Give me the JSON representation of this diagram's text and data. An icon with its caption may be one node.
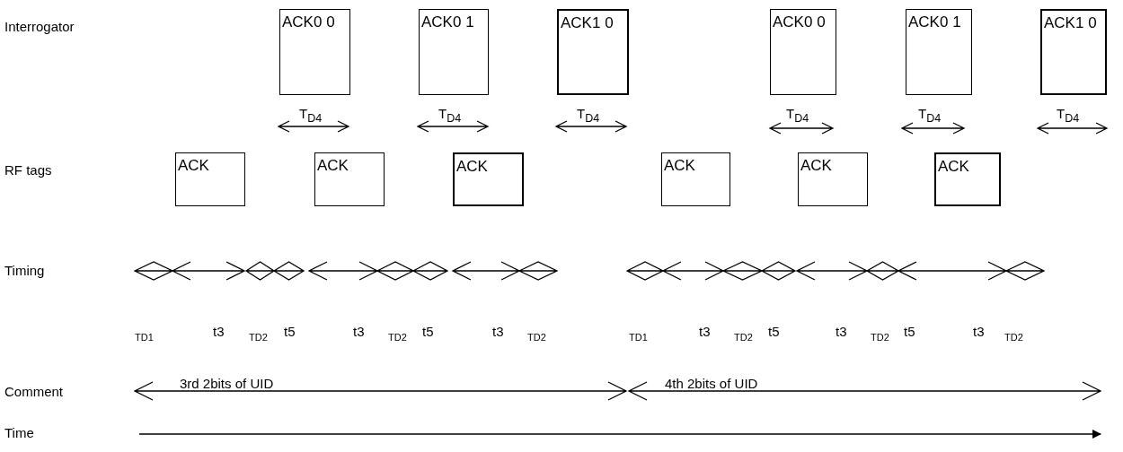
{
  "diagram": {
    "nodes": [
      {
        "text": [
          "ACK0 0"
        ]
      },
      {
        "text": [
          "ACK0 1"
        ]
      },
      {
        "text": [
          "ACK1 0"
        ]
      },
      {
        "text": [
          "ACK0 0"
        ]
      },
      {
        "text": [
          "ACK0 1"
        ]
      },
      {
        "text": [
          "ACK1 0"
        ]
      },
      {
        "text": [
          "ACK"
        ]
      },
      {
        "text": [
          "ACK"
        ]
      },
      {
        "text": [
          "ACK"
        ]
      },
      {
        "text": [
          "ACK"
        ]
      },
      {
        "text": [
          "ACK"
        ]
      },
      {
        "text": [
          "ACK"
        ]
      }
    ],
    "edges": [],
    "labels": [
      "Interrogator",
      "T$_{D4}$",
      "T$_{D4}$",
      "T$_{D4}$",
      "T$_{D4}$",
      "T$_{D4}$",
      "T$_{D4}$",
      "RF tags",
      "Timing",
      "TD1",
      "t3",
      "TD2",
      "t5",
      "t3",
      "TD2",
      "t5",
      "t3",
      "TD2",
      "TD1",
      "t3",
      "TD2",
      "t5",
      "t3",
      "TD2",
      "t5",
      "t3",
      "TD2",
      "Comment",
      "3rd 2bits of UID",
      "4th 2bits of UID",
      "Time"
    ]
  }
}
